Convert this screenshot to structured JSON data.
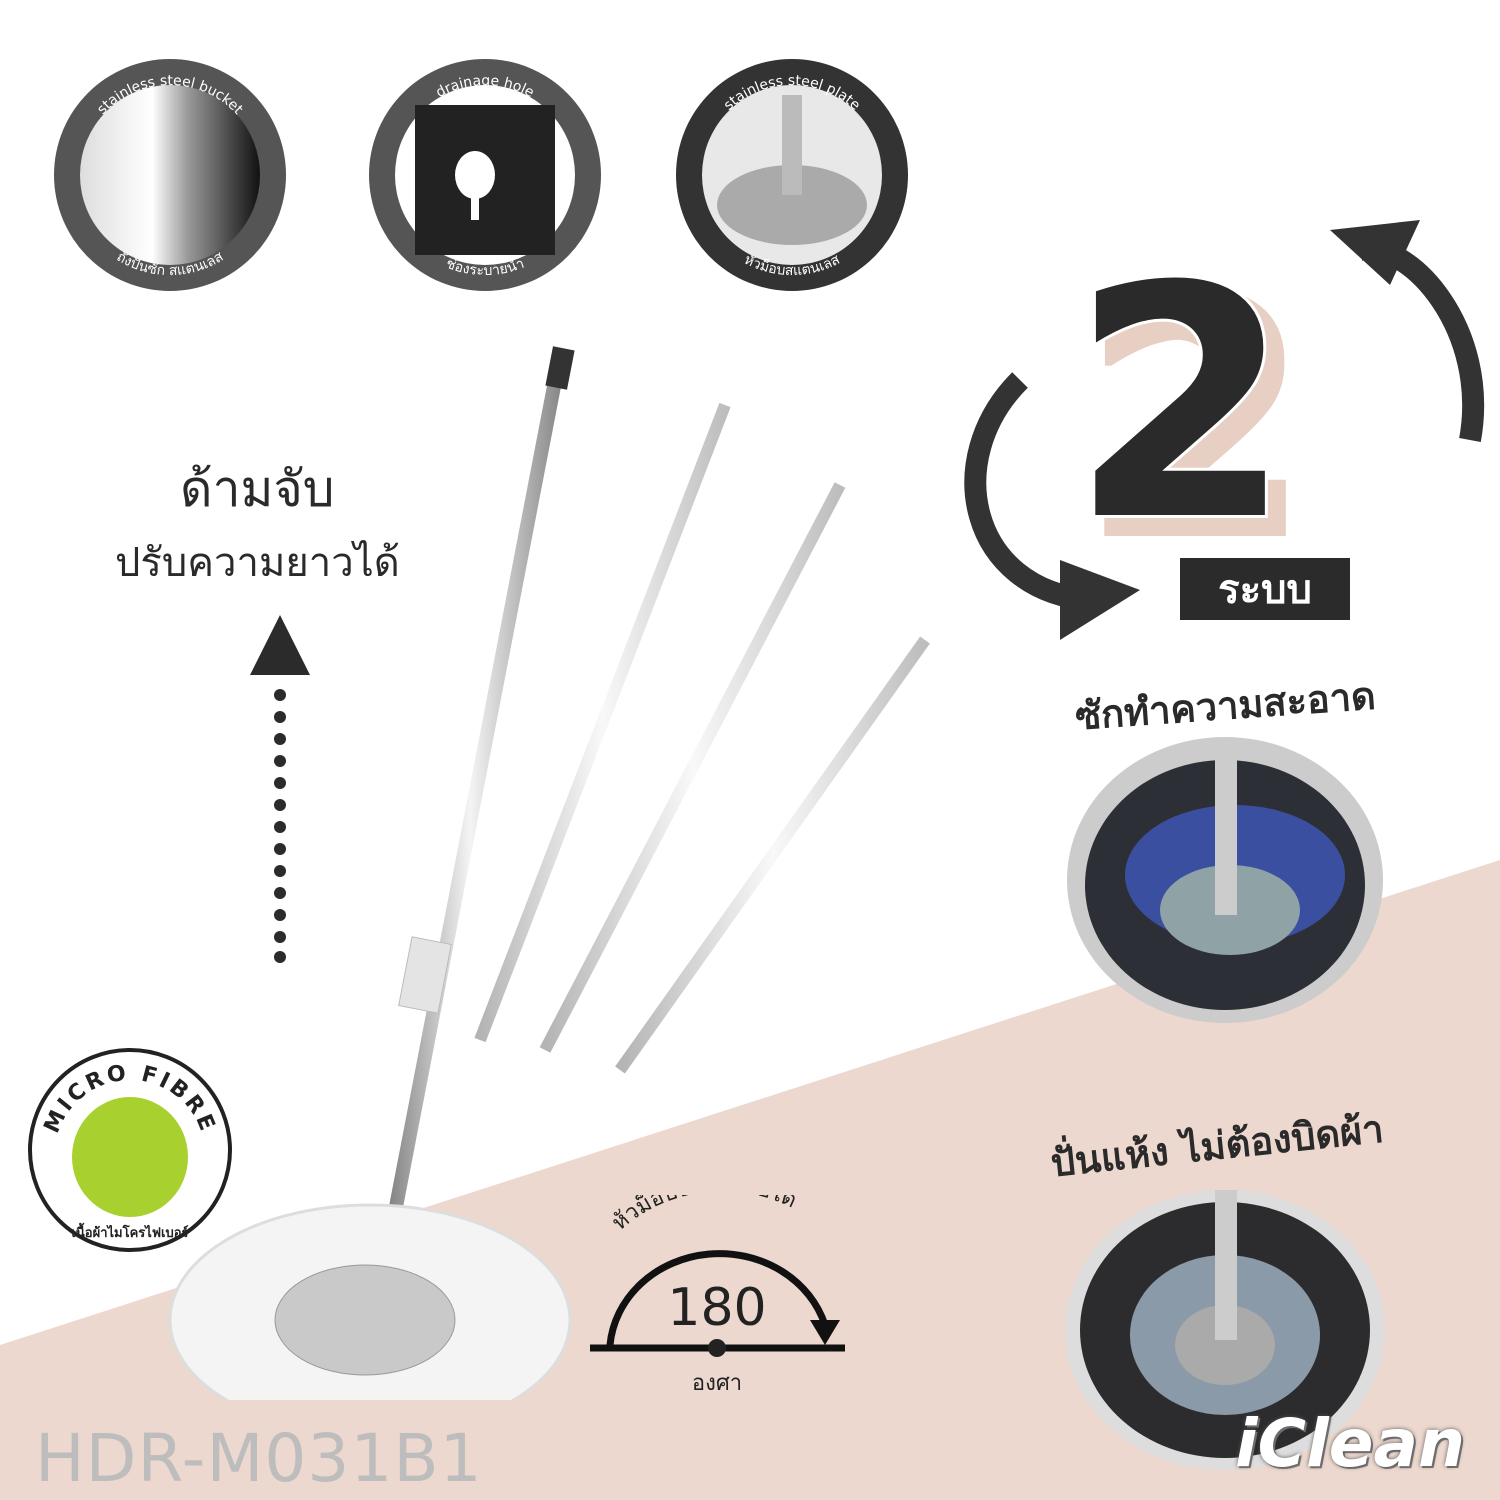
{
  "features": [
    {
      "en": "stainless steel bucket",
      "th": "ถังปั่นซัก สแตนเลส",
      "icon": "bucket-icon"
    },
    {
      "en": "drainage hole",
      "th": "ช่องระบายน้ำ",
      "icon": "drainage-icon"
    },
    {
      "en": "stainless steel plate",
      "th": "หัวม็อบสแตนเลส",
      "icon": "plate-icon"
    }
  ],
  "handle": {
    "title": "ด้ามจับ",
    "subtitle": "ปรับความยาวได้"
  },
  "systems": {
    "number": "2",
    "label": "ระบบ"
  },
  "wash": {
    "caption": "ซักทำความสะอาด"
  },
  "spin": {
    "caption": "ปั่นแห้ง ไม่ต้องบิดผ้า"
  },
  "badge": {
    "title": "MICRO FIBRE",
    "subtitle": "เนื้อผ้าไมโครไฟเบอร์"
  },
  "rotation": {
    "caption": "หัวม็อบปรับระดับได้",
    "value": "180",
    "unit": "องศา"
  },
  "model": "HDR-M031B1",
  "brand": "iClean",
  "colors": {
    "accent": "#e7cfc3",
    "dark": "#2b2b2b",
    "green": "#a8d130"
  }
}
